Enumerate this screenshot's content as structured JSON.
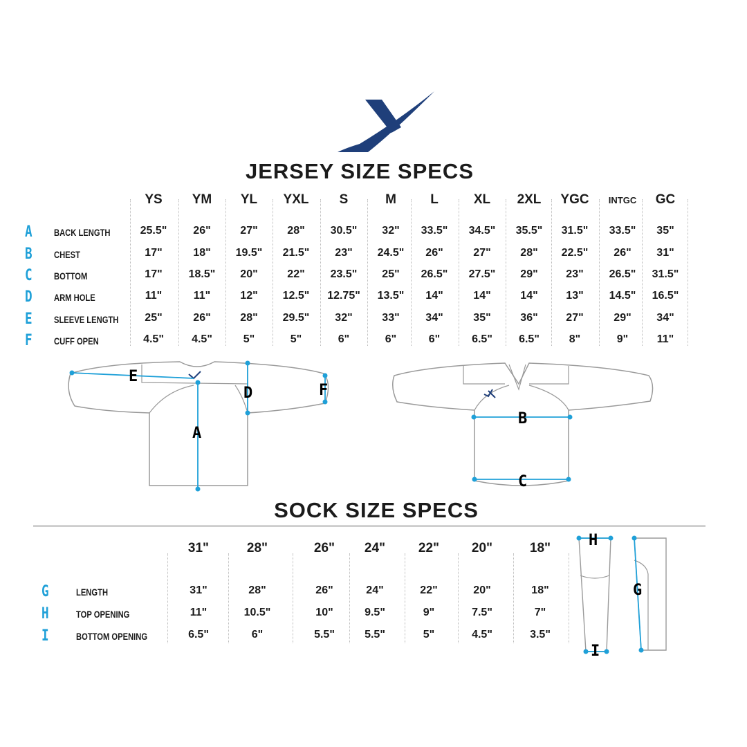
{
  "jersey": {
    "title": "JERSEY SIZE SPECS",
    "sizes": [
      "YS",
      "YM",
      "YL",
      "YXL",
      "S",
      "M",
      "L",
      "XL",
      "2XL",
      "YGC",
      "INTGC",
      "GC"
    ],
    "rows": [
      {
        "letter": "A",
        "label": "BACK LENGTH",
        "values": [
          "25.5\"",
          "26\"",
          "27\"",
          "28\"",
          "30.5\"",
          "32\"",
          "33.5\"",
          "34.5\"",
          "35.5\"",
          "31.5\"",
          "33.5\"",
          "35\""
        ]
      },
      {
        "letter": "B",
        "label": "CHEST",
        "values": [
          "17\"",
          "18\"",
          "19.5\"",
          "21.5\"",
          "23\"",
          "24.5\"",
          "26\"",
          "27\"",
          "28\"",
          "22.5\"",
          "26\"",
          "31\""
        ]
      },
      {
        "letter": "C",
        "label": "BOTTOM",
        "values": [
          "17\"",
          "18.5\"",
          "20\"",
          "22\"",
          "23.5\"",
          "25\"",
          "26.5\"",
          "27.5\"",
          "29\"",
          "23\"",
          "26.5\"",
          "31.5\""
        ]
      },
      {
        "letter": "D",
        "label": "ARM HOLE",
        "values": [
          "11\"",
          "11\"",
          "12\"",
          "12.5\"",
          "12.75\"",
          "13.5\"",
          "14\"",
          "14\"",
          "14\"",
          "13\"",
          "14.5\"",
          "16.5\""
        ]
      },
      {
        "letter": "E",
        "label": "SLEEVE LENGTH",
        "values": [
          "25\"",
          "26\"",
          "28\"",
          "29.5\"",
          "32\"",
          "33\"",
          "34\"",
          "35\"",
          "36\"",
          "27\"",
          "29\"",
          "34\""
        ]
      },
      {
        "letter": "F",
        "label": "CUFF OPEN",
        "values": [
          "4.5\"",
          "4.5\"",
          "5\"",
          "5\"",
          "6\"",
          "6\"",
          "6\"",
          "6.5\"",
          "6.5\"",
          "8\"",
          "9\"",
          "11\""
        ]
      }
    ],
    "diagram_letters": {
      "a": "A",
      "b": "B",
      "c": "C",
      "d": "D",
      "e": "E",
      "f": "F"
    }
  },
  "sock": {
    "title": "SOCK SIZE SPECS",
    "sizes": [
      "31\"",
      "28\"",
      "26\"",
      "24\"",
      "22\"",
      "20\"",
      "18\""
    ],
    "rows": [
      {
        "letter": "G",
        "label": "LENGTH",
        "values": [
          "31\"",
          "28\"",
          "26\"",
          "24\"",
          "22\"",
          "20\"",
          "18\""
        ]
      },
      {
        "letter": "H",
        "label": "TOP OPENING",
        "values": [
          "11\"",
          "10.5\"",
          "10\"",
          "9.5\"",
          "9\"",
          "7.5\"",
          "7\""
        ]
      },
      {
        "letter": "I",
        "label": "BOTTOM OPENING",
        "values": [
          "6.5\"",
          "6\"",
          "5.5\"",
          "5.5\"",
          "5\"",
          "4.5\"",
          "3.5\""
        ]
      }
    ],
    "diagram_letters": {
      "g": "G",
      "h": "H",
      "i": "I"
    }
  },
  "colors": {
    "accent": "#1fa0d8",
    "logo": "#1f3f7a",
    "text": "#1b1b1b"
  }
}
